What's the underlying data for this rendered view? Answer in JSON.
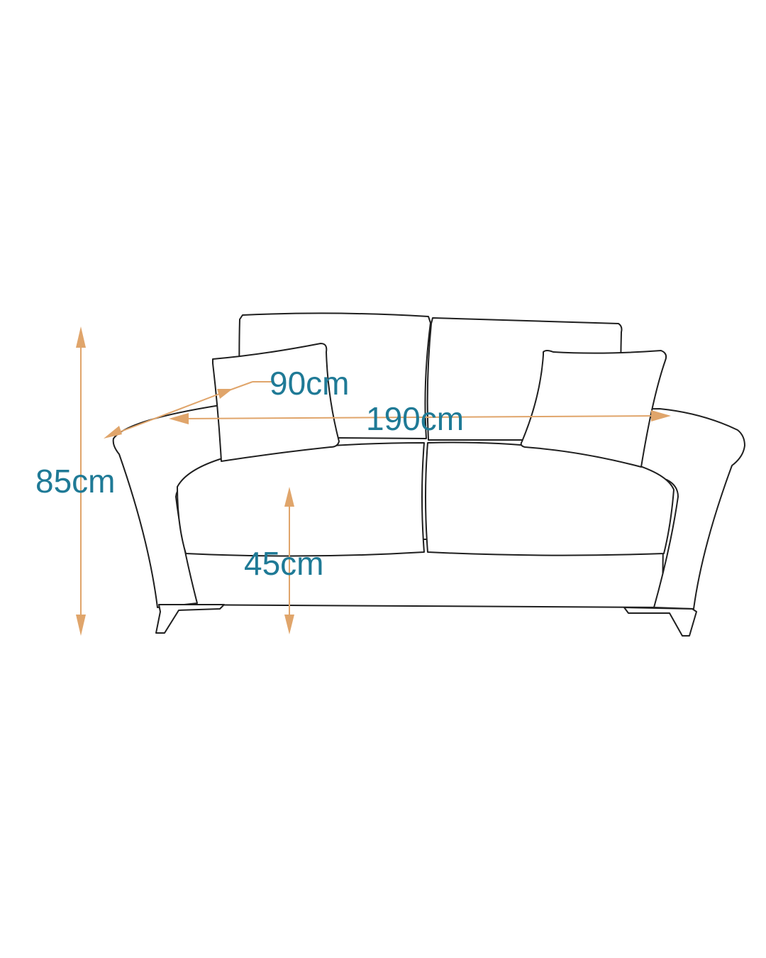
{
  "dimensions": {
    "height": "85cm",
    "depth": "90cm",
    "width": "190cm",
    "seat_height": "45cm"
  },
  "colors": {
    "dimension_text": "#1f7a96",
    "dimension_arrow": "#e0a56b",
    "outline": "#1f1f1f",
    "background": "#ffffff"
  }
}
